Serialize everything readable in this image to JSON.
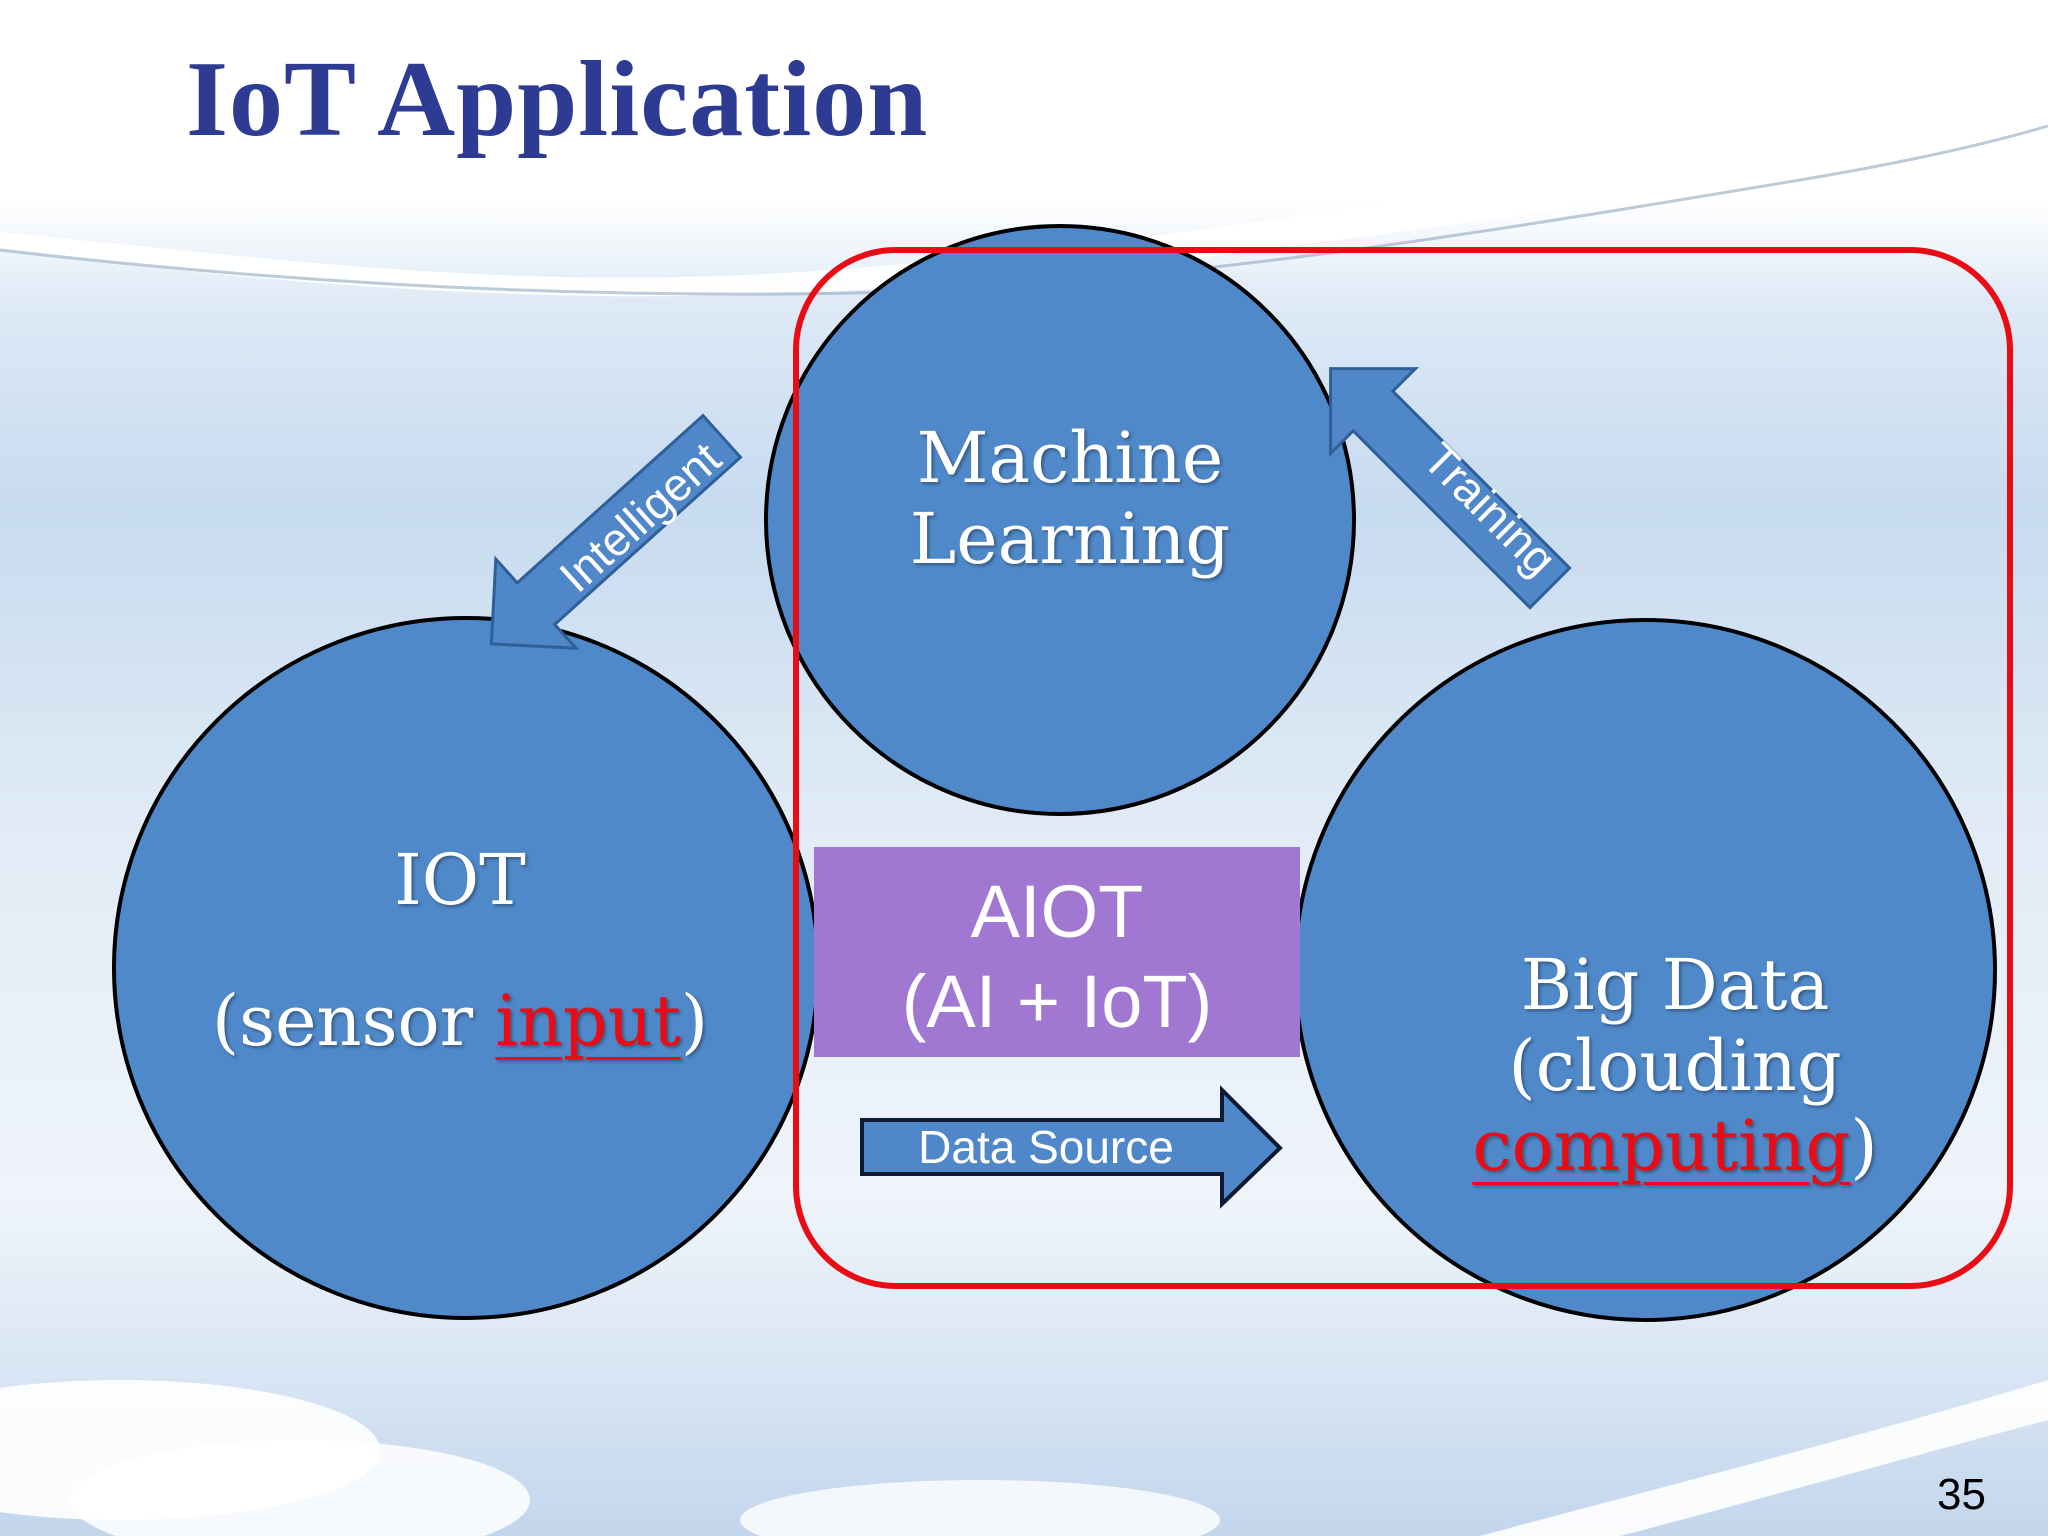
{
  "slide": {
    "title": "IoT Application",
    "page_number": "35"
  },
  "nodes": {
    "machine_learning": {
      "line1": "Machine",
      "line2": "Learning"
    },
    "iot": {
      "name": "IOT",
      "open": "(",
      "plain": "sensor ",
      "highlight": "input",
      "close": ")"
    },
    "big_data": {
      "line1": "Big Data",
      "line2": "(clouding",
      "highlight": "computing",
      "close": ")"
    }
  },
  "aiot_box": {
    "line1": "AIOT",
    "line2": "(AI + IoT)"
  },
  "arrows": {
    "intelligent": "Intelligent",
    "training": "Training",
    "data_source": "Data Source"
  },
  "colors": {
    "title": "#2e3b93",
    "circle_fill": "#5089c9",
    "highlight_frame": "#ea0c14",
    "aiot_fill": "#a178d1",
    "arrow_fill": "#4f87c8"
  }
}
